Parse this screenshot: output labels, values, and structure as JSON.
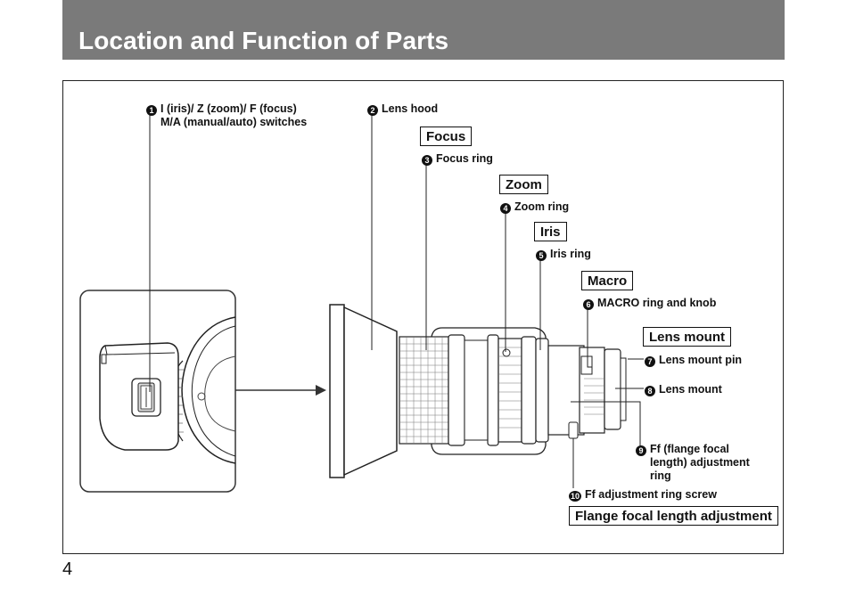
{
  "page": {
    "title": "Location and Function of Parts",
    "page_number": "4"
  },
  "callouts": [
    {
      "num": "1",
      "line1": "I (iris)/ Z (zoom)/ F (focus)",
      "line2": "M/A (manual/auto) switches"
    },
    {
      "num": "2",
      "line1": "Lens hood"
    },
    {
      "num": "3",
      "line1": "Focus ring"
    },
    {
      "num": "4",
      "line1": "Zoom ring"
    },
    {
      "num": "5",
      "line1": "Iris ring"
    },
    {
      "num": "6",
      "line1": "MACRO ring and knob"
    },
    {
      "num": "7",
      "line1": "Lens mount pin"
    },
    {
      "num": "8",
      "line1": "Lens mount"
    },
    {
      "num": "9",
      "line1": "Ff (flange focal",
      "line2": "length) adjustment",
      "line3": "ring"
    },
    {
      "num": "10",
      "line1": "Ff adjustment ring screw"
    }
  ],
  "section_boxes": {
    "focus": "Focus",
    "zoom": "Zoom",
    "iris": "Iris",
    "macro": "Macro",
    "lens_mount": "Lens mount",
    "flange": "Flange focal length adjustment"
  }
}
